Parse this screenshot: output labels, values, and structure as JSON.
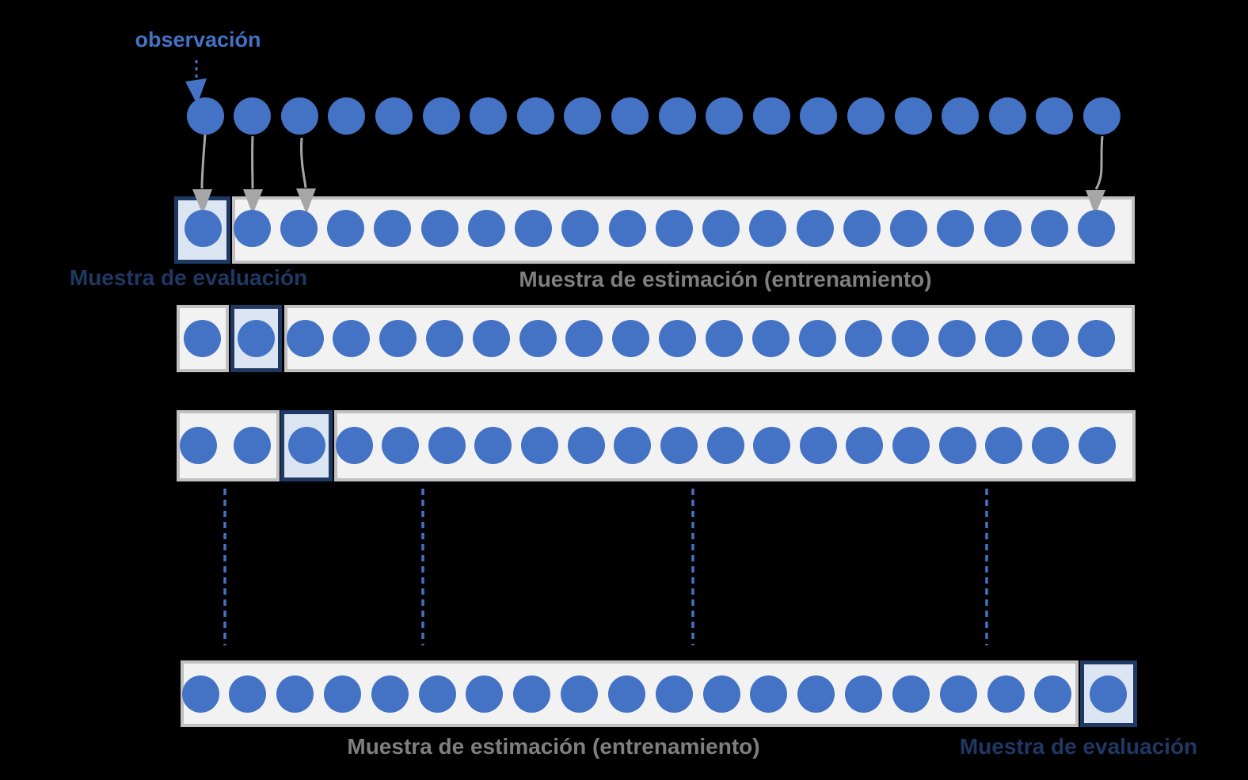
{
  "colors": {
    "background": "#000000",
    "dot": "#4472C4",
    "eval_fill": "#DCE6F2",
    "eval_border": "#1F3864",
    "train_fill": "#F2F2F2",
    "train_border": "#C0C0C0",
    "text_gray": "#7F7F7F",
    "text_navy": "#1F3864",
    "arrow_gray": "#A6A6A6"
  },
  "labels": {
    "observation": "observación",
    "evaluation_sample": "Muestra de evaluación",
    "estimation_sample": "Muestra de estimación (entrenamiento)"
  },
  "diagram": {
    "type": "time-series-rolling-origin-evaluation",
    "top_row": {
      "dots": 20
    },
    "rows": [
      {
        "name": "fold-1",
        "segments": [
          {
            "role": "evaluation",
            "dots": 1
          },
          {
            "role": "training",
            "dots": 19
          }
        ]
      },
      {
        "name": "fold-2",
        "segments": [
          {
            "role": "past",
            "dots": 1
          },
          {
            "role": "evaluation",
            "dots": 1
          },
          {
            "role": "training",
            "dots": 18
          }
        ]
      },
      {
        "name": "fold-3",
        "segments": [
          {
            "role": "past",
            "dots": 2
          },
          {
            "role": "evaluation",
            "dots": 1
          },
          {
            "role": "training",
            "dots": 17
          }
        ]
      },
      {
        "name": "fold-last",
        "segments": [
          {
            "role": "training",
            "dots": 19
          },
          {
            "role": "evaluation",
            "dots": 1
          }
        ]
      }
    ],
    "continuation_lines": 4,
    "mapping_arrows_from_observations": [
      1,
      2,
      3,
      20
    ]
  }
}
